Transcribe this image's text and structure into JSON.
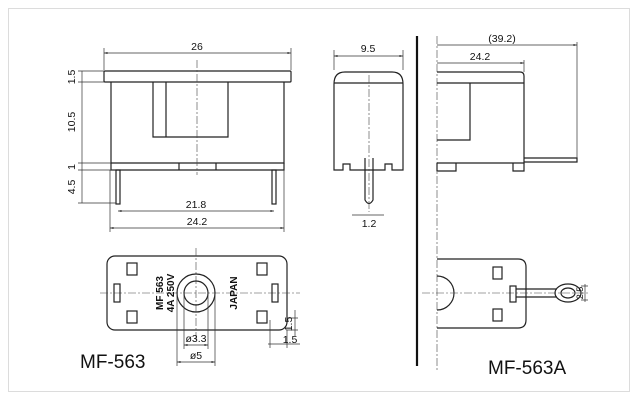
{
  "front_view": {
    "width_total": "26",
    "height_cap": "1.5",
    "height_body": "10.5",
    "height_gap": "1",
    "height_pin": "4.5",
    "pin_pitch": "21.8",
    "base_width": "24.2"
  },
  "side_view": {
    "depth": "9.5",
    "pin_thickness": "1.2"
  },
  "right_view": {
    "overall_length": "(39.2)",
    "body_length": "24.2"
  },
  "bottom_view": {
    "marking_line1": "MF 563",
    "marking_line2": "4A  250V",
    "marking_origin": "JAPAN",
    "hole_inner": "ø3.3",
    "hole_outer": "ø5",
    "offset_v": "1.5",
    "offset_h": "1.5"
  },
  "bottom_view_a": {
    "ring_dia": "2.5"
  },
  "labels": {
    "model_left": "MF-563",
    "model_right": "MF-563A"
  }
}
